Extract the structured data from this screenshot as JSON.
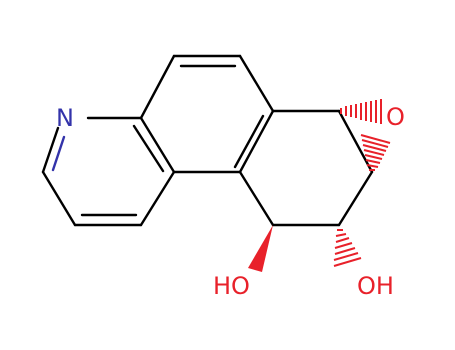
{
  "molecule": {
    "atoms": {
      "n": {
        "label": "N",
        "color": "#3333aa"
      },
      "epoxide_o": {
        "label": "O",
        "color": "#e8212a"
      },
      "oh_left": {
        "label": "HO",
        "color": "#e8212a"
      },
      "oh_right": {
        "label": "OH",
        "color": "#e8212a"
      }
    },
    "colors": {
      "bond": "#000000",
      "hashed_wedge": "#e8212a",
      "solid_wedge": "#e8212a"
    }
  }
}
